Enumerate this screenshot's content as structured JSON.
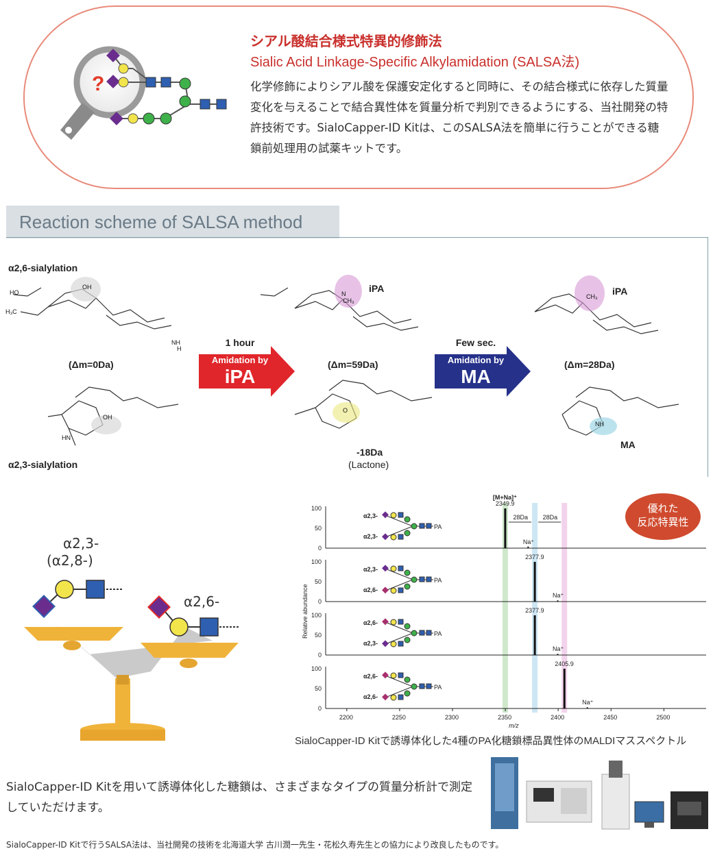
{
  "hero": {
    "title": "シアル酸結合様式特異的修飾法",
    "subtitle": "Sialic Acid Linkage-Specific Alkylamidation (SALSA法)",
    "body": "化学修飾によりシアル酸を保護安定化すると同時に、その結合様式に依存した質量変化を与えることで結合異性体を質量分析で判別できるようにする、当社開発の特許技術です。SialoCapper-ID Kitは、このSALSA法を簡単に行うことができる糖鎖前処理用の試薬キットです。"
  },
  "scheme": {
    "tab_label": "Reaction scheme of SALSA method",
    "a26": "α2,6-sialylation",
    "a23": "α2,3-sialylation",
    "dm0": "(Δm=0Da)",
    "dm59": "(Δm=59Da)",
    "dm28": "(Δm=28Da)",
    "ipa1": "iPA",
    "ipa2": "iPA",
    "ma": "MA",
    "minus18": "-18Da",
    "lactone": "(Lactone)",
    "arrow1_top": "1 hour",
    "arrow1_line1": "Amidation by",
    "arrow1_line2": "iPA",
    "arrow2_top": "Few sec.",
    "arrow2_line1": "Amidation by",
    "arrow2_line2": "MA",
    "atoms": {
      "oh": "OH",
      "ho": "HO",
      "h": "H",
      "o": "O",
      "nh": "NH",
      "hn": "HN",
      "h3c": "H₃C",
      "ch3": "CH₃",
      "n": "N"
    }
  },
  "balance": {
    "left_label1": "α2,3-",
    "left_label2": "(α2,8-)",
    "right_label": "α2,6-"
  },
  "badge": {
    "line1": "優れた",
    "line2": "反応特異性"
  },
  "spectrum": {
    "ylabel": "Relative abundance",
    "xlabel": "m/z",
    "panels": [
      {
        "top": "α2,3-",
        "bottom": "α2,3-",
        "peak_label": "2349.9",
        "adduct_label": "[M+Na]⁺",
        "na": "Na⁺",
        "gap1": "28Da",
        "gap2": "28Da"
      },
      {
        "top": "α2,3-",
        "bottom": "α2,6-",
        "peak_label": "2377.9",
        "na": "Na⁺"
      },
      {
        "top": "α2,6-",
        "bottom": "α2,3-",
        "peak_label": "2377.9",
        "na": "Na⁺"
      },
      {
        "top": "α2,6-",
        "bottom": "α2,6-",
        "peak_label": "2405.9",
        "na": "Na⁺"
      }
    ],
    "pa": "PA",
    "yticks": [
      "100",
      "50",
      "0"
    ],
    "caption": "SialoCapper-ID Kitで誘導体化した4種のPA化糖鎖標品異性体のMALDIマススペクトル"
  },
  "chart_data": {
    "type": "line",
    "xlabel": "m/z",
    "ylabel": "Relative abundance",
    "xlim": [
      2180,
      2540
    ],
    "ylim": [
      0,
      100
    ],
    "x_ticks": [
      2200,
      2250,
      2300,
      2350,
      2400,
      2450,
      2500
    ],
    "y_ticks": [
      0,
      50,
      100
    ],
    "series": [
      {
        "peaks": [
          {
            "x": 2349.9,
            "y": 100
          },
          {
            "x": 2371.9,
            "y": 4
          }
        ]
      },
      {
        "peaks": [
          {
            "x": 2377.9,
            "y": 100
          },
          {
            "x": 2399.9,
            "y": 3
          }
        ]
      },
      {
        "peaks": [
          {
            "x": 2377.9,
            "y": 100
          },
          {
            "x": 2399.9,
            "y": 3
          }
        ]
      },
      {
        "peaks": [
          {
            "x": 2405.9,
            "y": 100
          },
          {
            "x": 2427.9,
            "y": 3
          }
        ]
      }
    ],
    "highlights": [
      {
        "x": 2349.9,
        "color": "#cfe8cc"
      },
      {
        "x": 2377.9,
        "color": "#cde6f4"
      },
      {
        "x": 2405.9,
        "color": "#f2d3ec"
      }
    ]
  },
  "footer": {
    "instruments_text": "SialoCapper-ID Kitを用いて誘導体化した糖鎖は、さまざまなタイプの質量分析計で測定していただけます。",
    "note": "SialoCapper-ID Kitで行うSALSA法は、当社開発の技術を北海道大学 古川潤一先生・花松久寿先生との協力により改良したものです。"
  },
  "colors": {
    "accent_red": "#c9302c",
    "ipa_red": "#e0262b",
    "ma_blue": "#26318a",
    "galnac_blue": "#2f5fb0",
    "gal_yellow": "#f2e44b",
    "man_green": "#3fb14a",
    "neu_purple": "#6a2d8e"
  }
}
